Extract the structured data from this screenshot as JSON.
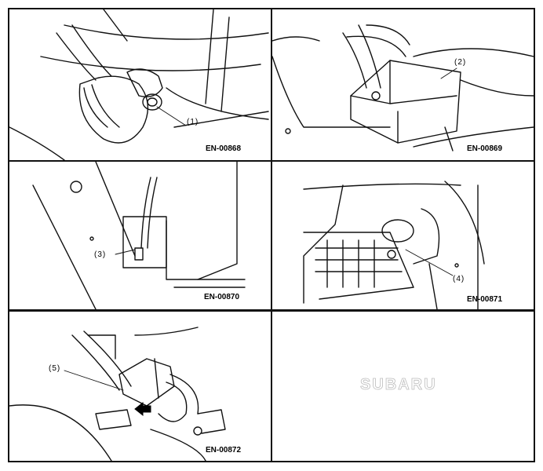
{
  "panels": [
    {
      "code": "EN-00868",
      "callout": "(1)"
    },
    {
      "code": "EN-00869",
      "callout": "(2)"
    },
    {
      "code": "EN-00870",
      "callout": "(3)"
    },
    {
      "code": "EN-00871",
      "callout": "(4)"
    },
    {
      "code": "EN-00872",
      "callout": "(5)"
    }
  ],
  "logo": "SUBARU",
  "icons": {
    "arrow": "black-arrow-icon"
  }
}
